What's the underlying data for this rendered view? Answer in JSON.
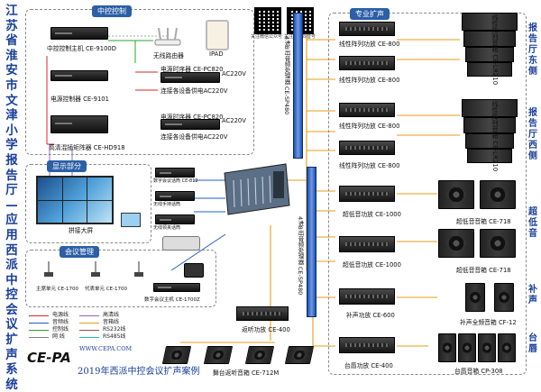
{
  "title_vertical": "江苏省淮安市文津小学报告厅—应用西派中控会议扩声系统",
  "sections": {
    "central_control": "中控控制",
    "display": "显示部分",
    "conference": "会议管理",
    "pro_audio": "专业扩声"
  },
  "central": {
    "host": "中控控制主机 CE-9100D",
    "power_ctrl": "电源控制器 CE-9101",
    "hd_matrix": "高清混插矩阵器 CE-HD918",
    "wifi_router": "无线路由器",
    "ipad": "IPAD",
    "sequencer1": "电源时序器 CE-PC820",
    "sequencer2": "电源时序器 CE-PC820",
    "ac_supply1": "连接各设备供电AC220V",
    "ac_supply2": "连接各设备供电AC220V",
    "ac_in1": "AC220V",
    "ac_in2": "AC220V"
  },
  "display": {
    "splice_screen": "拼接大屏"
  },
  "conference": {
    "chair_mic": "主席单元 CE-1700",
    "delegate_mic": "代表单元 CE-1700",
    "host_unit": "数字会议主机 CE-1700Z"
  },
  "processors": {
    "proc1": "4进8出音频处理器 CE-SP480",
    "proc2": "4进8出音频处理器 CE-SP480"
  },
  "mixer_area": {
    "wireless_mic1": "数字会议话筒 CE-812",
    "wireless_mic2": "无线手持话筒",
    "wireless_mic3": "无线领夹话筒"
  },
  "pro_audio": {
    "line_amp1": "线性阵列功放 CE-800",
    "line_amp2": "线性阵列功放 CE-800",
    "line_amp3": "线性阵列功放 CE-800",
    "line_amp4": "线性阵列功放 CE-800",
    "line_array": "线性阵列音箱 CE-LR210",
    "line_array2": "线性阵列音箱 CE-LR210",
    "sub_amp1": "超低音功放 CE-1000",
    "sub_amp2": "超低音功放 CE-1000",
    "sub_spk1": "超低音音箱 CE-718",
    "sub_spk2": "超低音音箱 CE-718",
    "fill_amp": "补声功放 CE-600",
    "fill_spk": "补声全频音箱 CF-12",
    "stage_amp": "台唇功放 CE-400",
    "stage_spk": "台唇音箱 CP-308",
    "monitor_amp": "返听功放 CE-400",
    "monitor_spk": "舞台返听音箱 CE-712M"
  },
  "right_categories": {
    "left_array": "报告厅东侧",
    "right_array": "报告厅西侧",
    "sub": "超低音",
    "fill": "补声",
    "stage": "台唇"
  },
  "legend": [
    {
      "label": "电源线",
      "color": "#d62728"
    },
    {
      "label": "音频线",
      "color": "#1f5fbf"
    },
    {
      "label": "控制线",
      "color": "#2ca02c"
    },
    {
      "label": "网 线",
      "color": "#7f7f7f"
    },
    {
      "label": "高清线",
      "color": "#9467bd"
    },
    {
      "label": "音箱线",
      "color": "#e89b1a"
    },
    {
      "label": "RS232线",
      "color": "#8c564b"
    },
    {
      "label": "RS485线",
      "color": "#17becf"
    }
  ],
  "qr_captions": [
    "关注微信公众号",
    "关注官方抖音号"
  ],
  "footer": {
    "logo": "CE-PA",
    "website": "WWW.CEPA.COM",
    "caption": "2019年西派中控会议扩声案例"
  }
}
